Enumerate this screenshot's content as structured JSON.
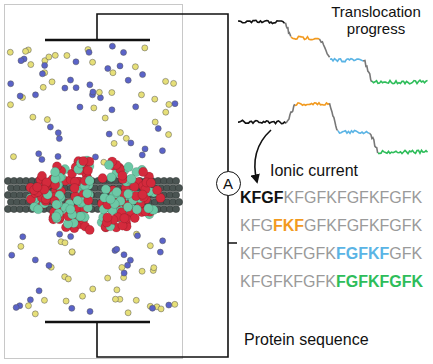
{
  "diagram": {
    "nodes": [
      {
        "text": [
          "A"
        ]
      }
    ],
    "labels": [
      "Translocation progress",
      "Ionic current",
      "KFGF",
      "KFGFKFGFKFGFK",
      "KFG",
      "FKF",
      "GFKFGFKFGFK",
      "KFGFKFGFK",
      "FGFKF",
      "GFK",
      "KFGFKFGFK",
      "FGFKFGFK",
      "Protein sequence"
    ]
  }
}
